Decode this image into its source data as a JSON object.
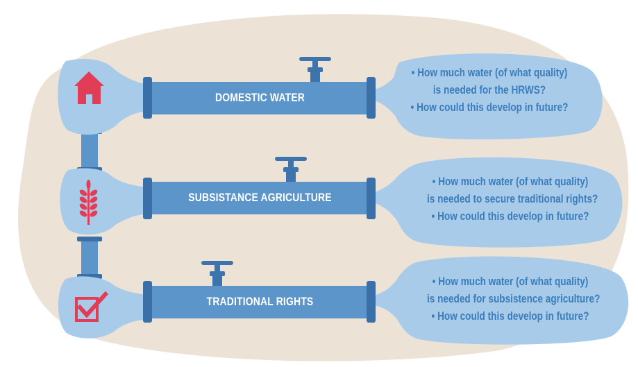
{
  "colors": {
    "background_blob": "#ece3d6",
    "pipe": "#5b95c9",
    "pipe_dark": "#3e74ad",
    "pipe_joint": "#3a6fa8",
    "bubble": "#a9cbea",
    "bubble_text": "#3a7dbb",
    "icon_red": "#e23d57",
    "label_text": "#ffffff"
  },
  "rows": [
    {
      "icon": "house-icon",
      "label": "DOMESTIC WATER",
      "bubble": {
        "line1": "• How much water (of what quality)",
        "line2": "is needed for the HRWS?",
        "line3": "• How could this develop in future?"
      }
    },
    {
      "icon": "wheat-icon",
      "label": "SUBSISTANCE AGRICULTURE",
      "bubble": {
        "line1": "• How much water (of what quality)",
        "line2": "is needed to secure traditional rights?",
        "line3": "• How could this develop in future?"
      }
    },
    {
      "icon": "checkbox-icon",
      "label": "TRADITIONAL RIGHTS",
      "bubble": {
        "line1": "• How much water (of what quality)",
        "line2": "is needed for subsistence agriculture?",
        "line3": "• How could this develop in future?"
      }
    }
  ]
}
